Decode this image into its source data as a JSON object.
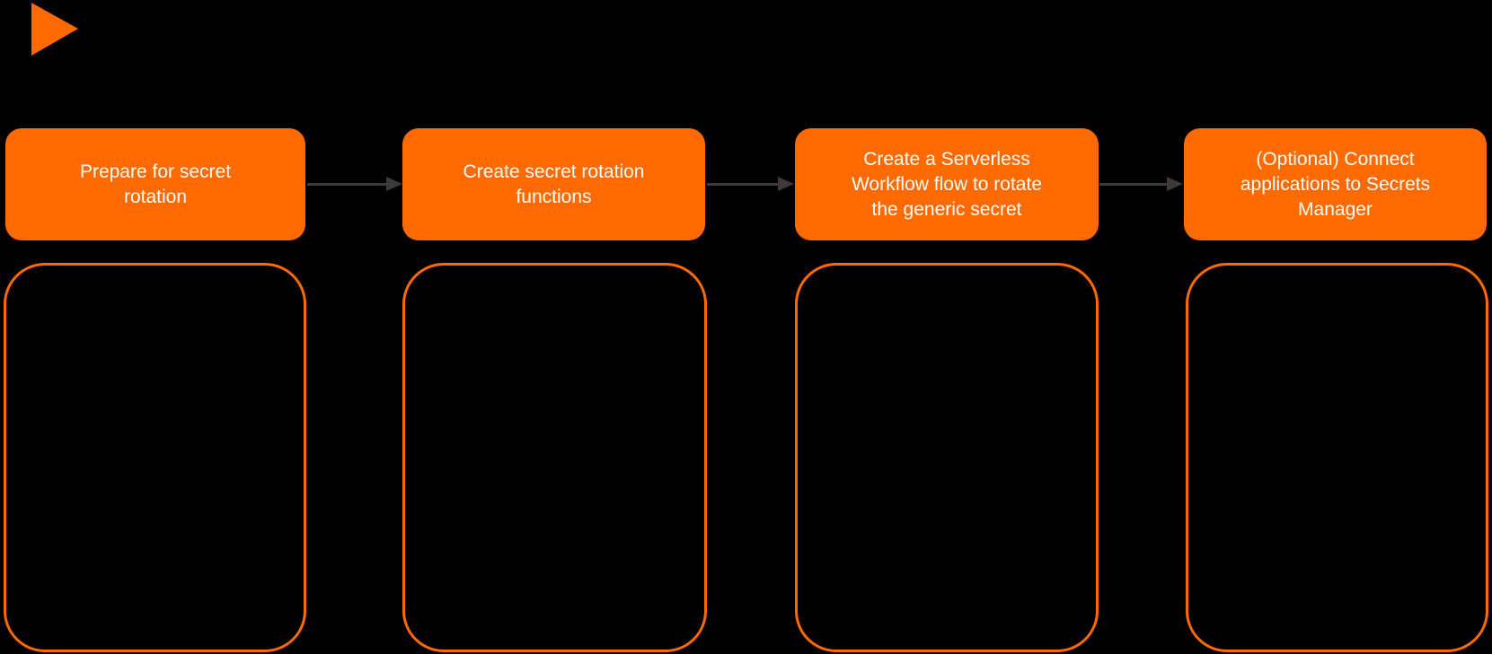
{
  "colors": {
    "accent": "#FF6A00",
    "arrow": "#3C3938",
    "step_text": "#FFFFFF",
    "background": "#000000"
  },
  "logo": {
    "icon": "play-triangle-icon"
  },
  "steps": [
    {
      "label": "Prepare for secret rotation",
      "lines": [
        "Prepare for secret",
        "rotation",
        ""
      ]
    },
    {
      "label": "Create secret rotation functions",
      "lines": [
        "Create secret rotation",
        "functions",
        ""
      ]
    },
    {
      "label": "Create a Serverless Workflow flow to rotate the generic secret",
      "lines": [
        "Create a Serverless",
        "Workflow flow to rotate",
        "the generic secret"
      ]
    },
    {
      "label": "(Optional) Connect applications to Secrets Manager",
      "lines": [
        "(Optional) Connect",
        "applications to Secrets",
        "Manager"
      ]
    }
  ]
}
